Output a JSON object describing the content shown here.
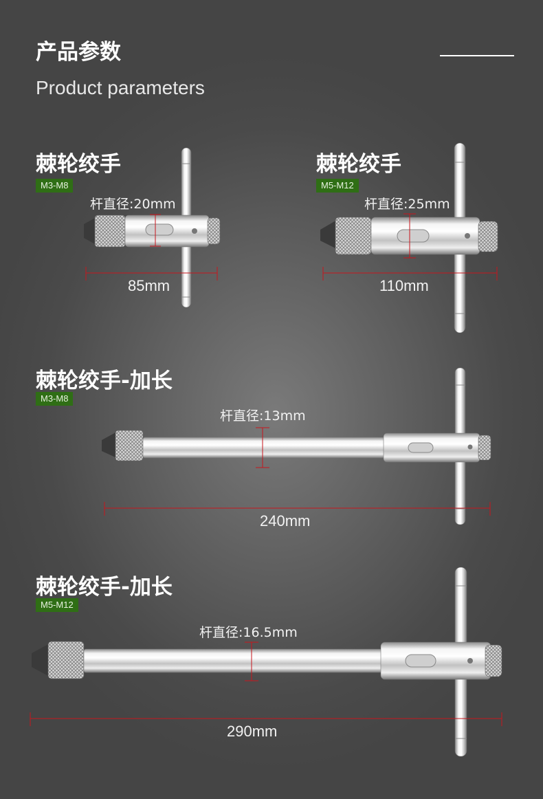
{
  "header": {
    "title_cn": "产品参数",
    "title_en": "Product parameters"
  },
  "products": [
    {
      "title": "棘轮绞手",
      "size_range": "M3-M8",
      "rod_diameter": "杆直径:20mm",
      "length": "85mm"
    },
    {
      "title": "棘轮绞手",
      "size_range": "M5-M12",
      "rod_diameter": "杆直径:25mm",
      "length": "110mm"
    },
    {
      "title": "棘轮绞手-加长",
      "size_range": "M3-M8",
      "rod_diameter": "杆直径:13mm",
      "length": "240mm"
    },
    {
      "title": "棘轮绞手-加长",
      "size_range": "M5-M12",
      "rod_diameter": "杆直径:16.5mm",
      "length": "290mm"
    }
  ],
  "colors": {
    "badge": "#2f6e15",
    "dimension_line": "#c8161d",
    "background": "#5a5a5a"
  }
}
